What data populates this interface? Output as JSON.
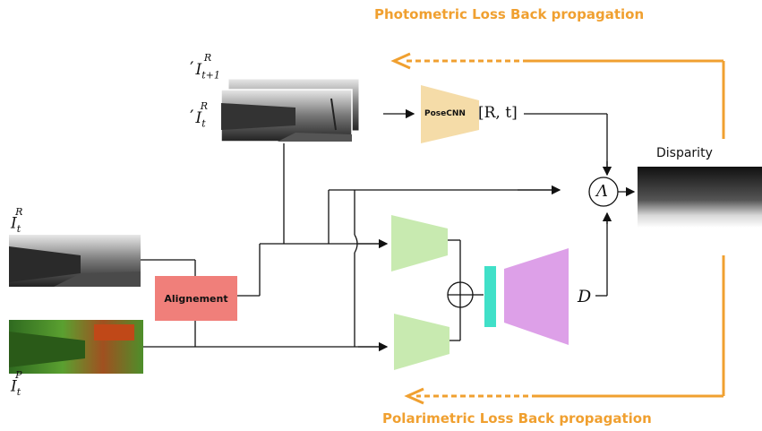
{
  "photometric_loss_label": "Photometric Loss Back propagation",
  "polarimetric_loss_label": "Polarimetric Loss Back propagation",
  "alignment_label": "Alignement",
  "posecnn_label": "PoseCNN",
  "pose_output_label": "[R, t]",
  "disparity_label": "Disparity",
  "depth_label": "D",
  "lambda_symbol": "Λ",
  "labels": {
    "prev_frame": {
      "prime": "′",
      "base": "I",
      "sub": "t+1",
      "sup": "R"
    },
    "curr_frame_warped": {
      "prime": "′",
      "base": "I",
      "sub": "t",
      "sup": "R"
    },
    "rgb_input": {
      "base": "I",
      "sub": "t",
      "sup": "R"
    },
    "polar_input": {
      "base": "I",
      "sub": "t",
      "sup": "P"
    }
  },
  "colors": {
    "loss_orange": "#f0a030",
    "alignment_box": "#f07f7a",
    "encoder_green": "#c8eab0",
    "bottleneck_teal": "#40e0c8",
    "decoder_purple": "#dda0e8",
    "posecnn_yellow": "#f5dca8"
  }
}
